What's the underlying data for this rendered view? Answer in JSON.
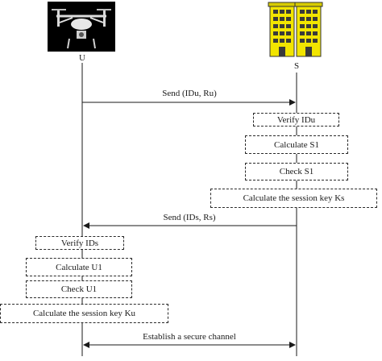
{
  "entities": {
    "user": {
      "label": "U",
      "icon": "drone-icon"
    },
    "server": {
      "label": "S",
      "icon": "building-icon"
    }
  },
  "messages": [
    {
      "text": "Send (IDu, Ru)",
      "direction": "U-to-S"
    },
    {
      "text": "Send (IDs, Rs)",
      "direction": "S-to-U"
    },
    {
      "text": "Establish a secure channel",
      "direction": "both"
    }
  ],
  "server_steps": [
    "Verify IDu",
    "Calculate S1",
    "Check S1",
    "Calculate the session key Ks"
  ],
  "user_steps": [
    "Verify IDs",
    "Calculate U1",
    "Check U1",
    "Calculate the session key Ku"
  ],
  "colors": {
    "line": "#1a1a1a",
    "building": "#f2e500",
    "drone_bg": "#000000"
  }
}
